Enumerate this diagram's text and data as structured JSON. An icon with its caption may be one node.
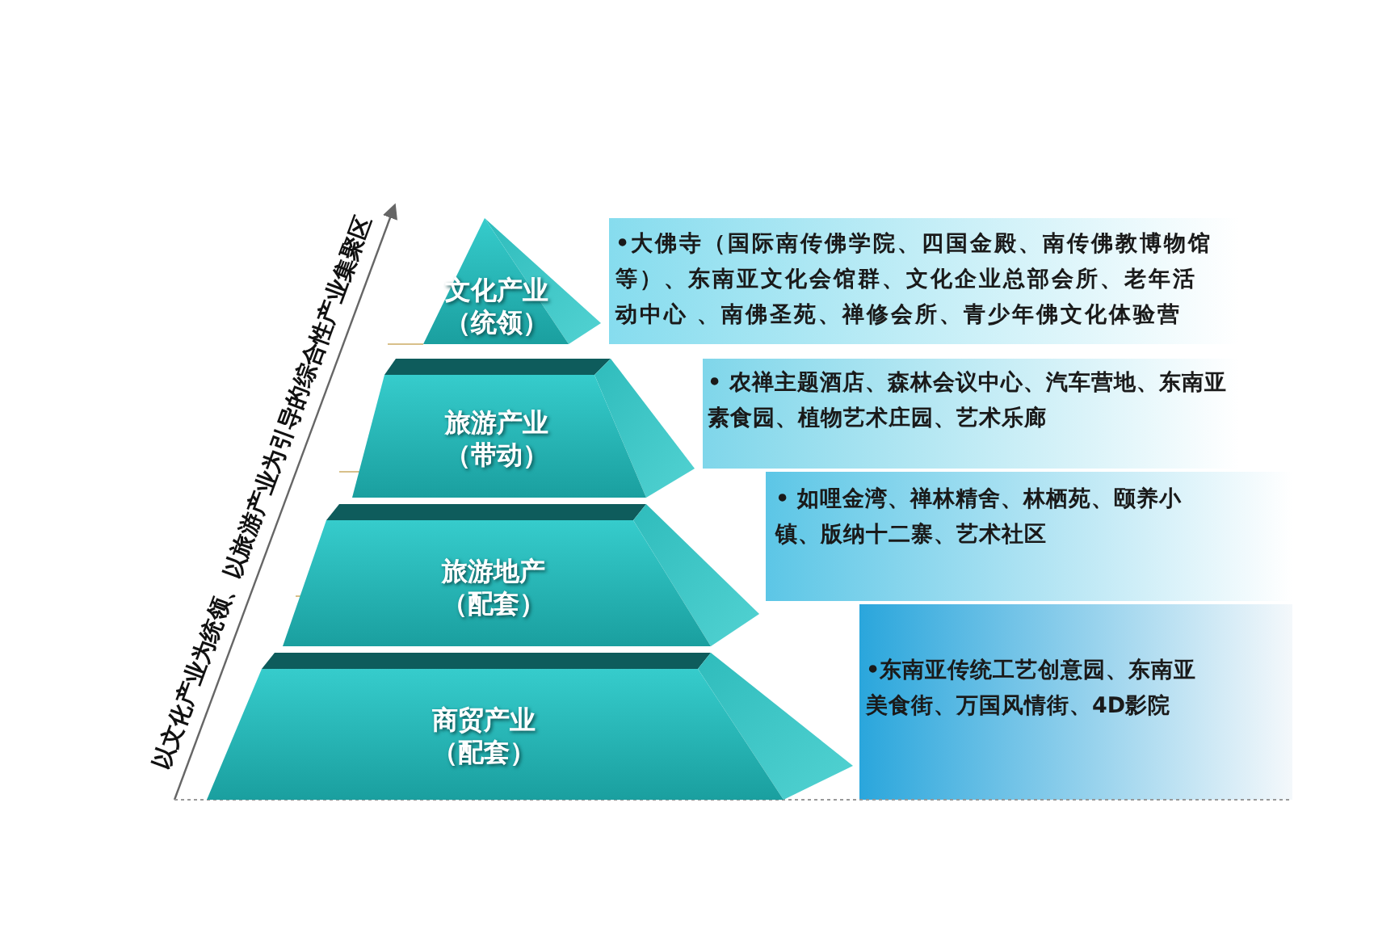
{
  "diagram": {
    "nodes": [
      {
        "text": [
          "文化产业（统领）"
        ]
      },
      {
        "text": [
          "•大佛寺（国际南传佛学院、四国金殿、南传佛教博物馆等）、东南亚文化会馆群、文化企业总部会所、老年活动中心 、南佛圣苑、禅修会所、青少年佛文化体验营"
        ]
      },
      {
        "text": [
          "旅游产业（带动）"
        ]
      },
      {
        "text": [
          "• 农禅主题酒店、森林会议中心、汽车营地、东南亚素食园、植物艺术庄园、艺术乐廊"
        ]
      },
      {
        "text": [
          "旅游地产（配套）"
        ]
      },
      {
        "text": [
          "• 如哩金湾、禅林精舍、林栖苑、颐养小镇、版纳十二寨、艺术社区"
        ]
      },
      {
        "text": [
          "商贸产业（配套）"
        ]
      },
      {
        "text": [
          "•东南亚传统工艺创意园、东南亚美食街、万国风情街、4D影院"
        ]
      }
    ],
    "labels": [
      "以文化产业为统领、以旅游产业为引导的综合性产业集聚区"
    ]
  }
}
